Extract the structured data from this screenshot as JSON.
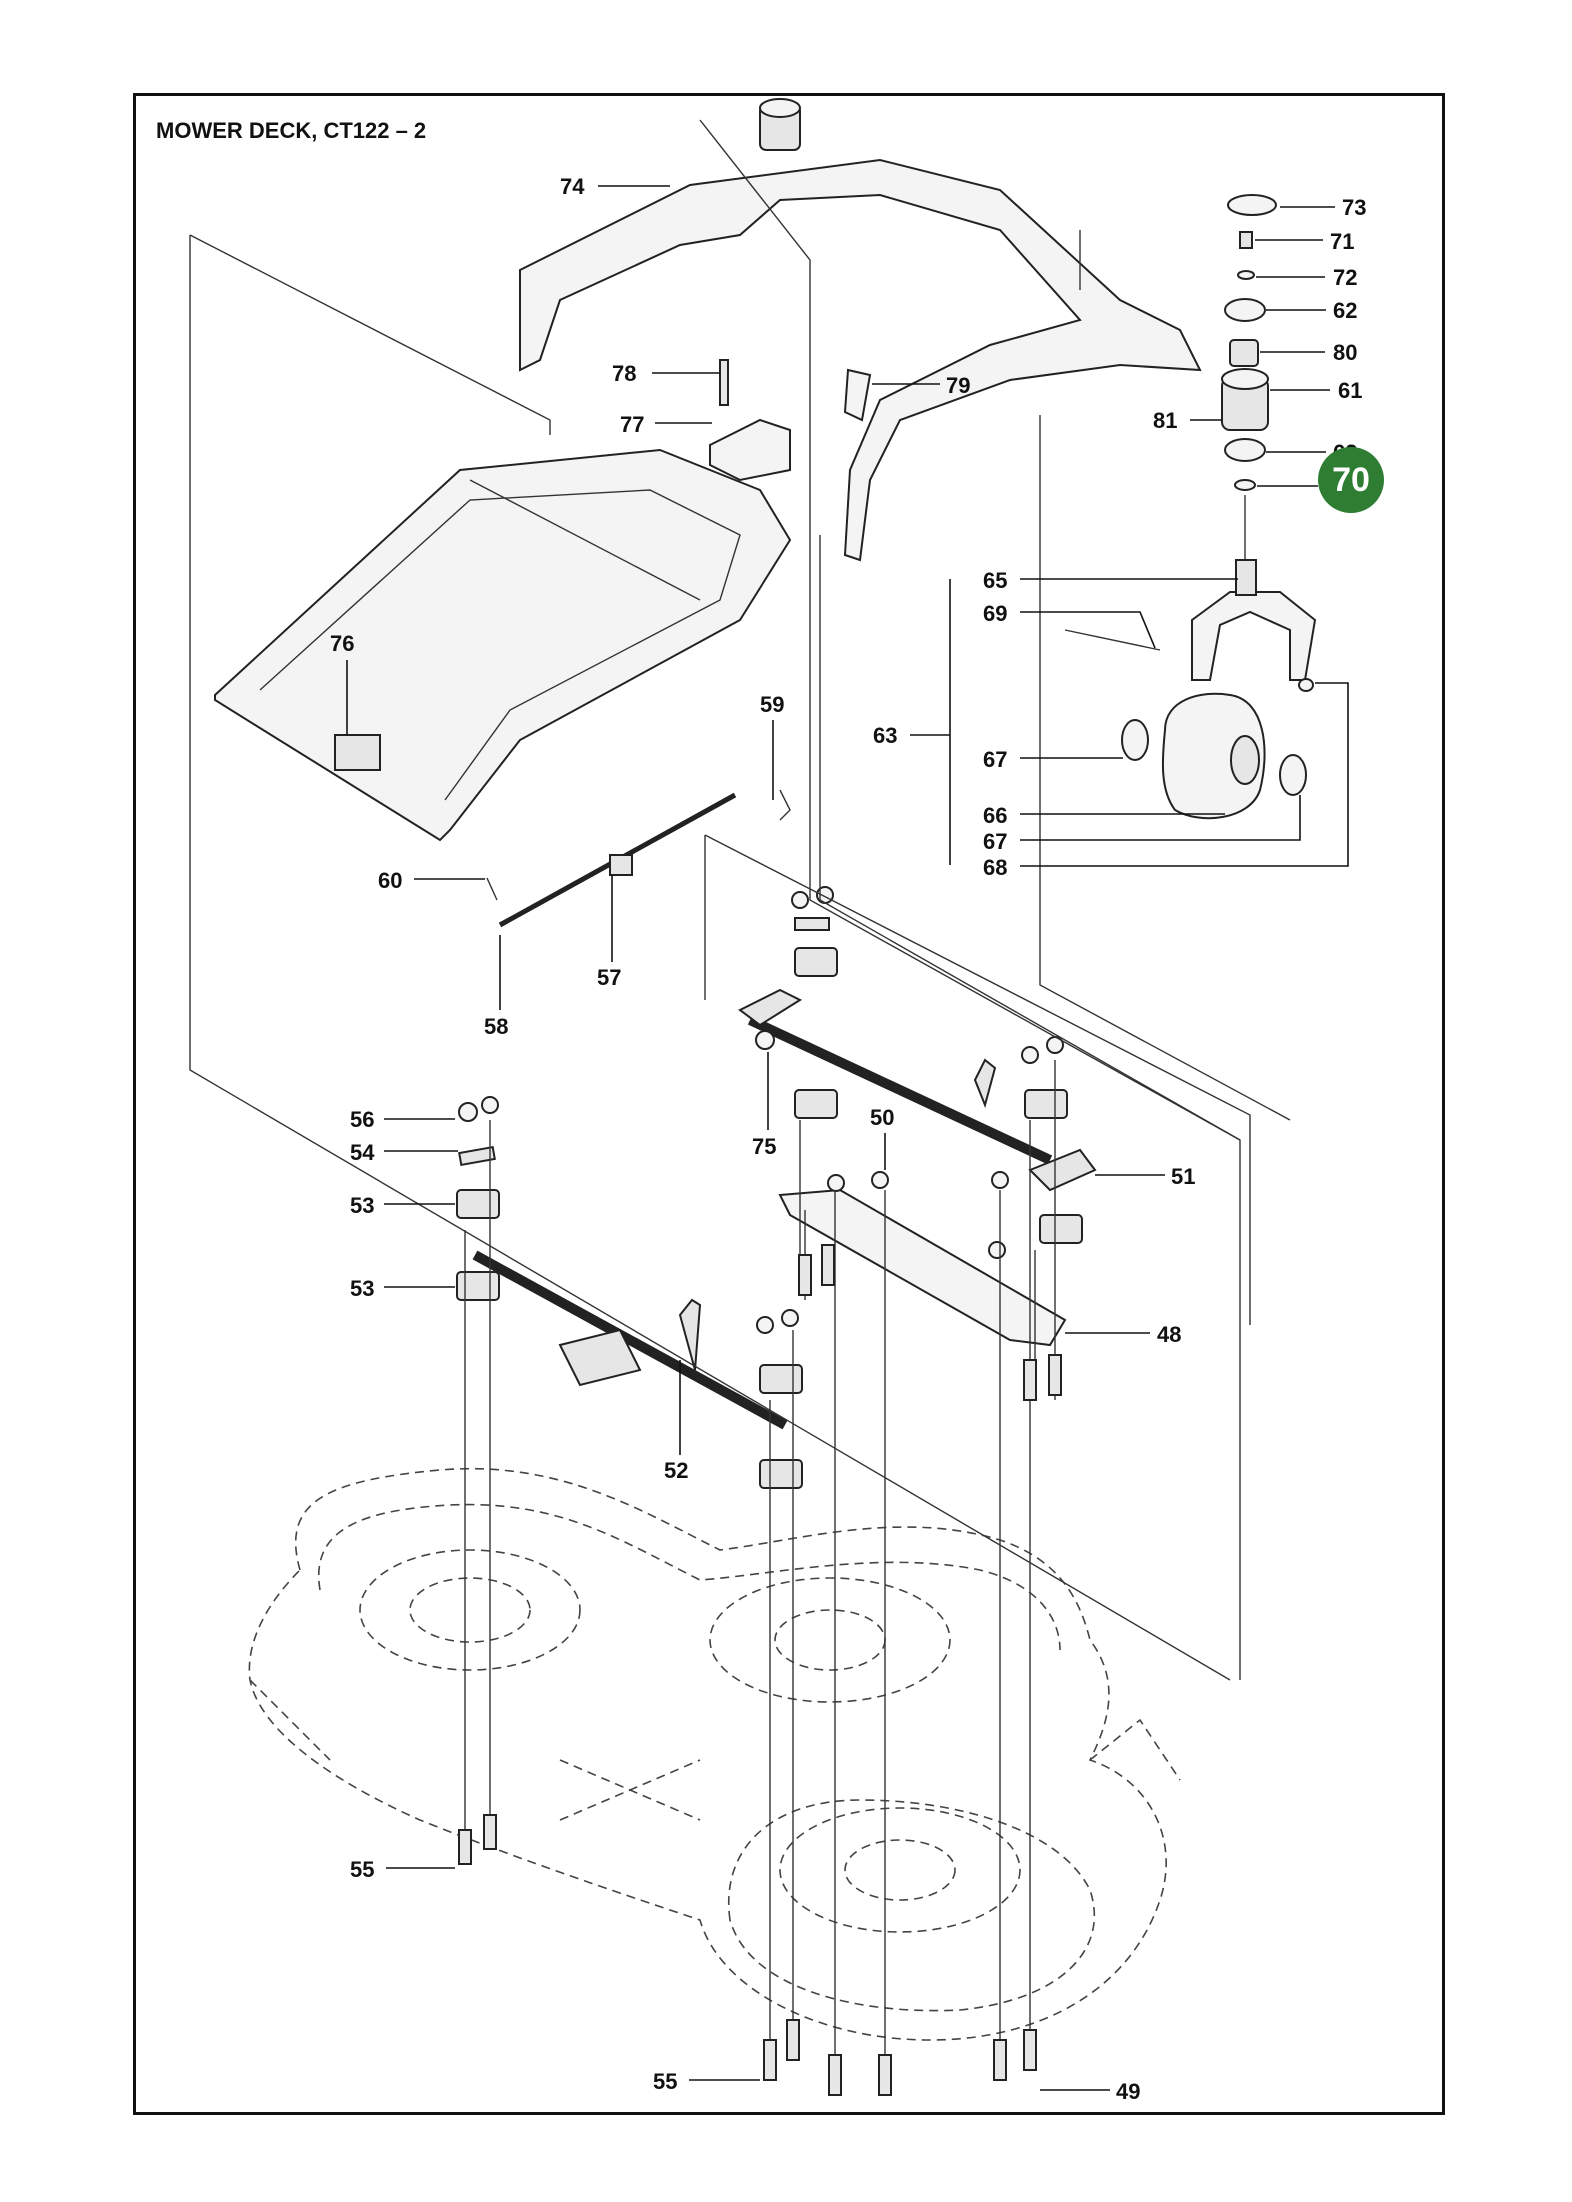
{
  "title": "MOWER DECK, CT122 – 2",
  "highlight": {
    "label": "70",
    "color": "#2e7d32"
  },
  "labels": {
    "l74": "74",
    "l73": "73",
    "l71": "71",
    "l72": "72",
    "l62a": "62",
    "l80": "80",
    "l61": "61",
    "l81": "81",
    "l62b": "62",
    "l78": "78",
    "l79": "79",
    "l77": "77",
    "l65": "65",
    "l69": "69",
    "l76": "76",
    "l59": "59",
    "l63": "63",
    "l67a": "67",
    "l66": "66",
    "l67b": "67",
    "l68": "68",
    "l60": "60",
    "l57": "57",
    "l58": "58",
    "l56": "56",
    "l54": "54",
    "l53a": "53",
    "l53b": "53",
    "l75": "75",
    "l50": "50",
    "l51": "51",
    "l48": "48",
    "l52": "52",
    "l55a": "55",
    "l55b": "55",
    "l49": "49"
  }
}
